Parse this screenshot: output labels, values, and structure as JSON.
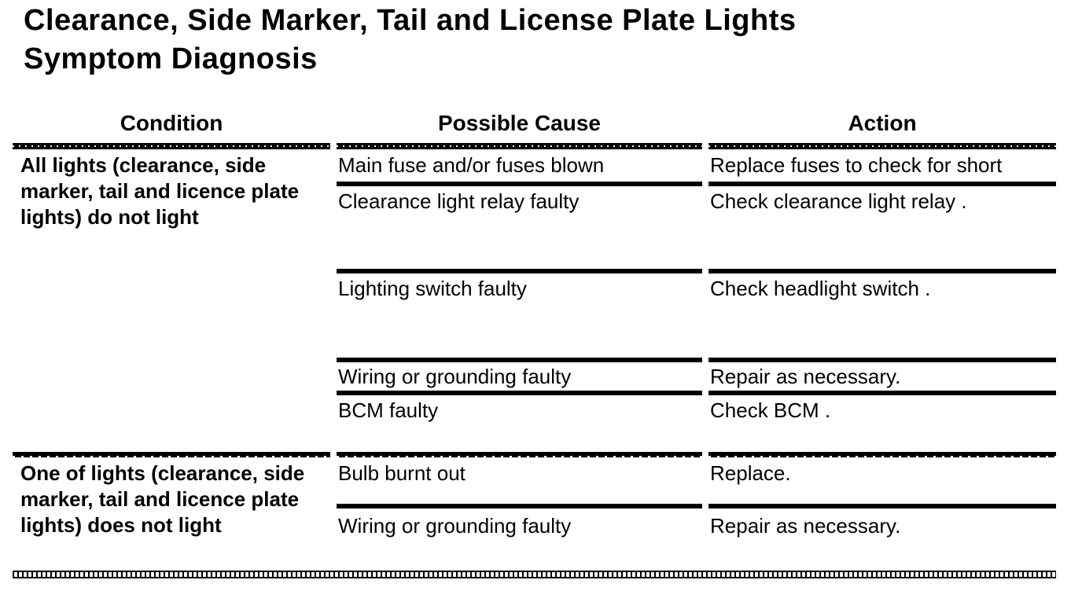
{
  "page": {
    "title_line1": "Clearance, Side Marker, Tail and License Plate Lights",
    "title_line2": "Symptom Diagnosis"
  },
  "table": {
    "columns": [
      "Condition",
      "Possible Cause",
      "Action"
    ],
    "sections": [
      {
        "condition": "All lights (clearance, side marker, tail and licence plate lights) do not light",
        "rows": [
          {
            "cause": "Main fuse and/or fuses blown",
            "action": "Replace fuses to check for short"
          },
          {
            "cause": "Clearance light relay faulty",
            "action": "Check clearance light relay ."
          },
          {
            "cause": "Lighting switch faulty",
            "action": "Check headlight switch ."
          },
          {
            "cause": "Wiring or grounding faulty",
            "action": "Repair as necessary."
          },
          {
            "cause": "BCM faulty",
            "action": "Check BCM ."
          }
        ]
      },
      {
        "condition": "One of lights (clearance, side marker, tail and licence plate lights) does not light",
        "rows": [
          {
            "cause": "Bulb burnt out",
            "action": "Replace."
          },
          {
            "cause": "Wiring or grounding faulty",
            "action": "Repair as necessary."
          }
        ]
      }
    ]
  }
}
